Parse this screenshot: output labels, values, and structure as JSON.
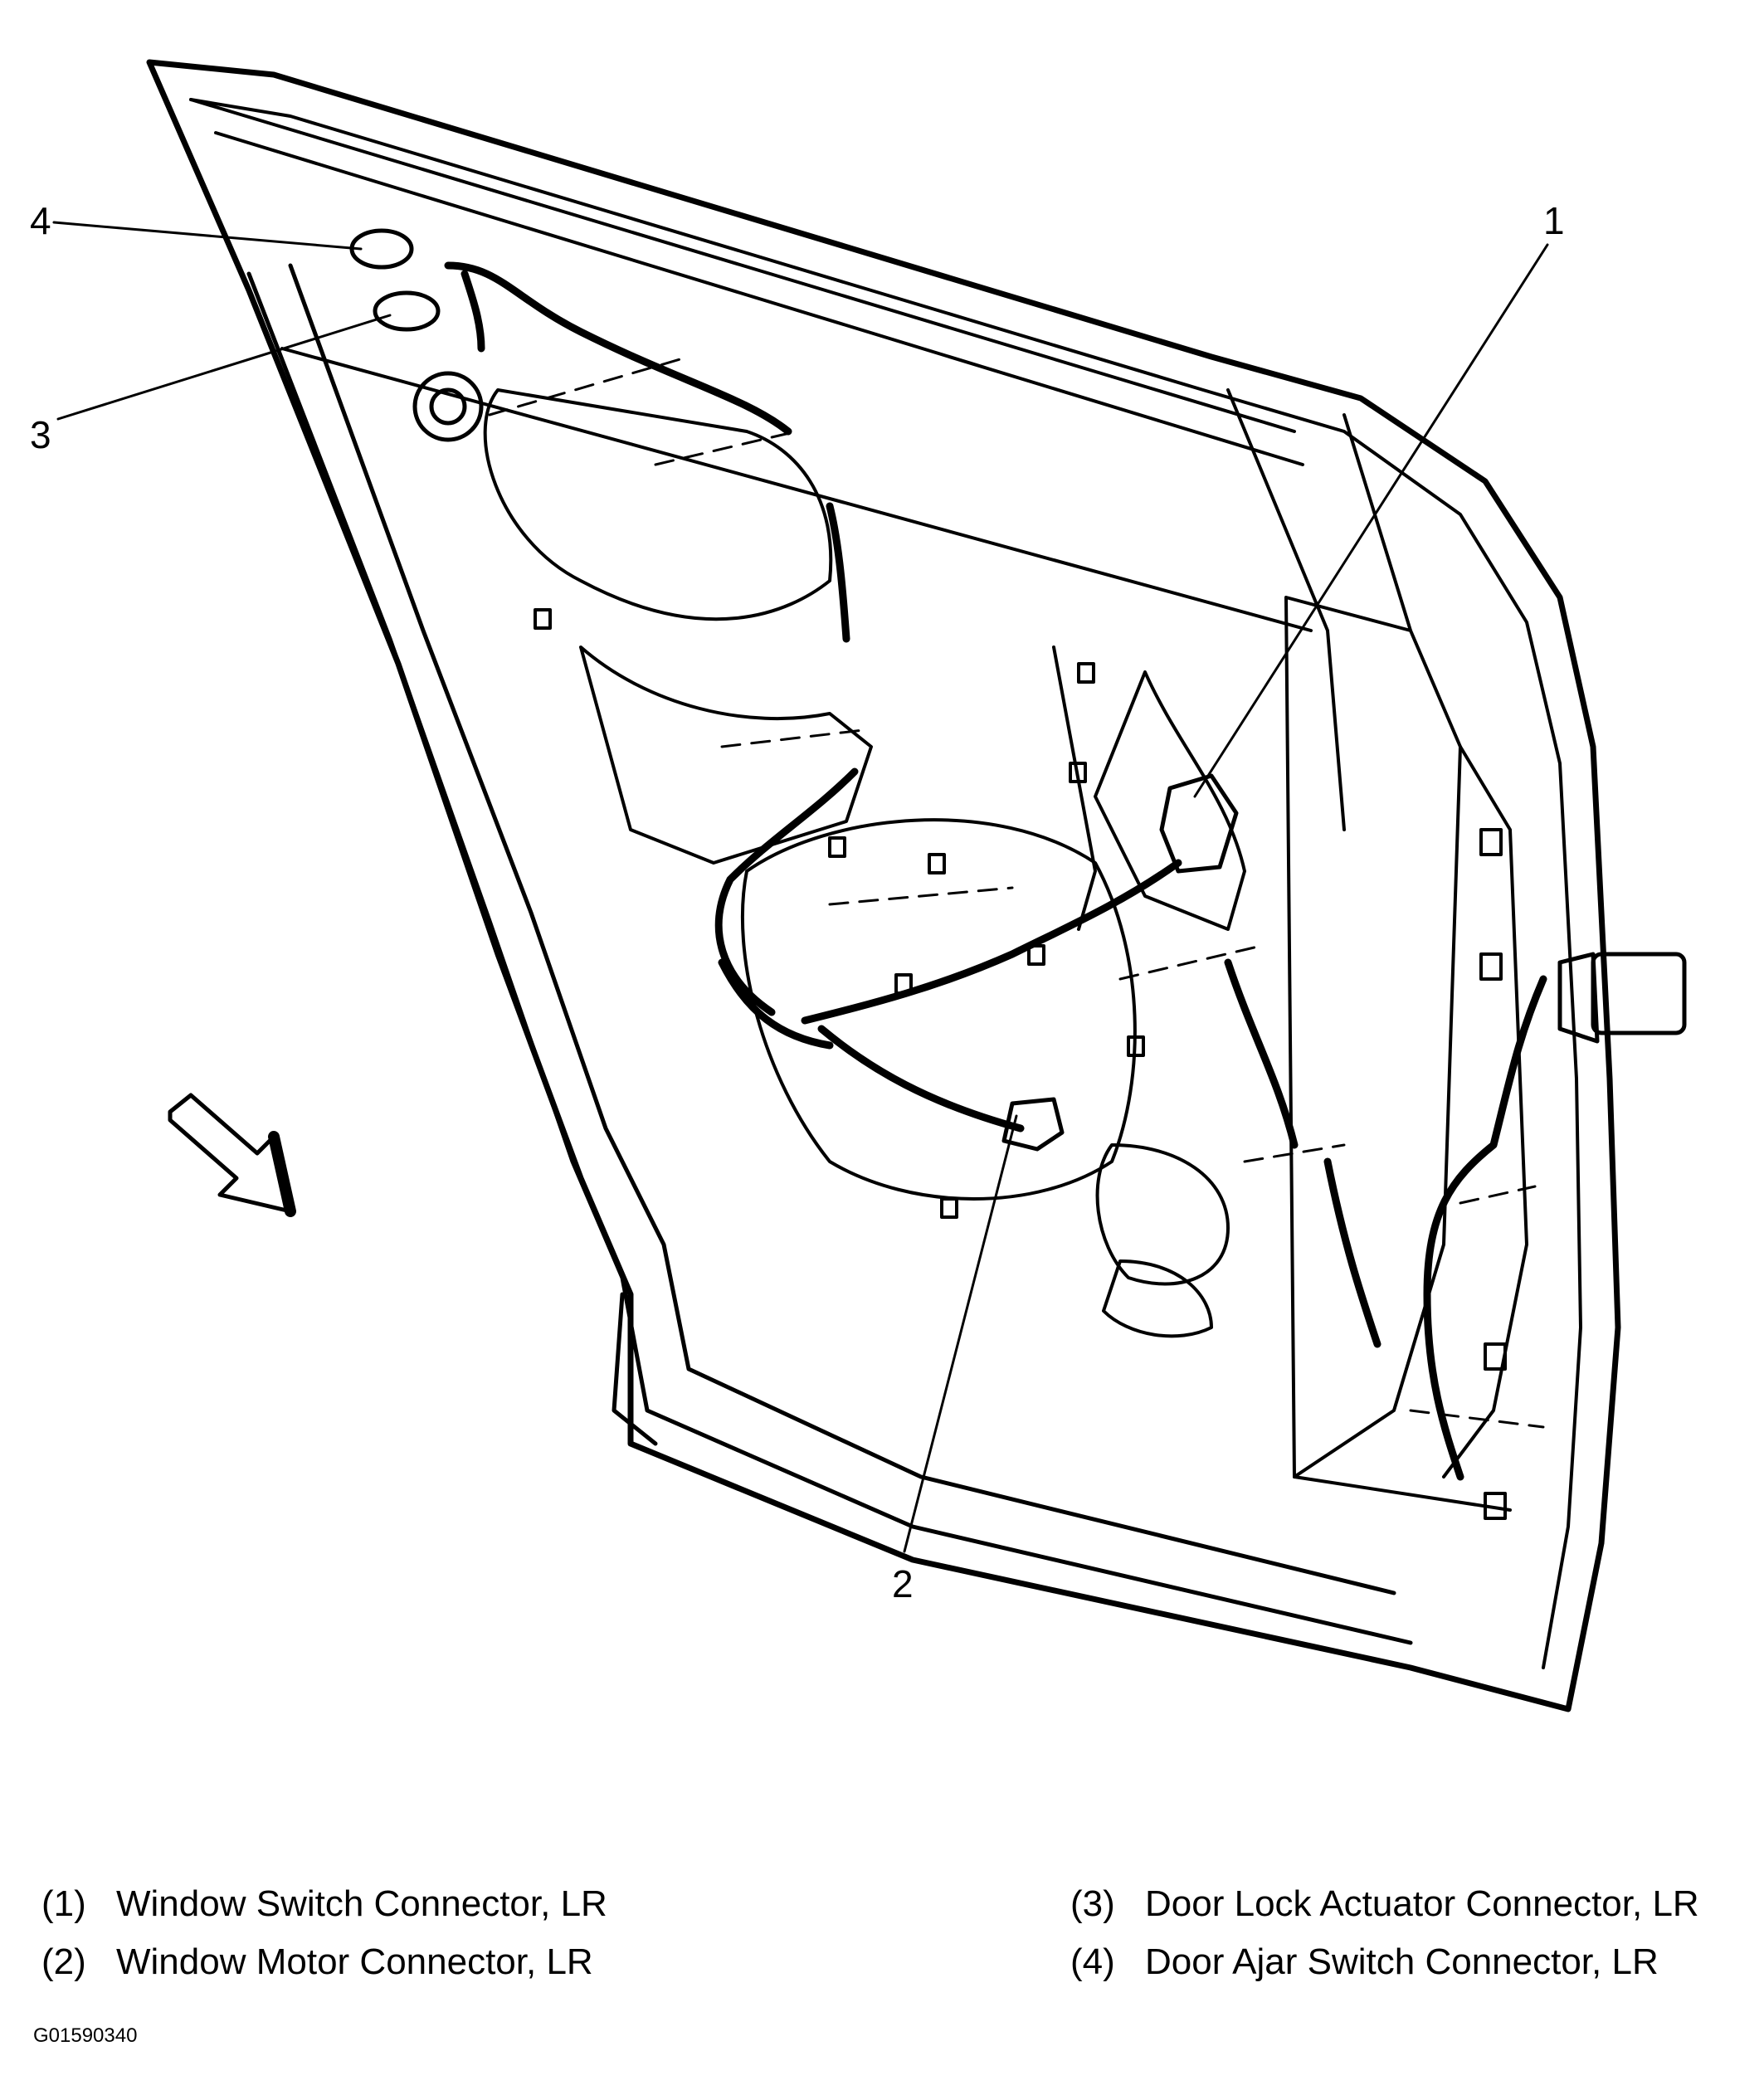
{
  "diagram": {
    "callouts": [
      {
        "num": "1"
      },
      {
        "num": "2"
      },
      {
        "num": "3"
      },
      {
        "num": "4"
      }
    ],
    "orientation_icon": "view-direction-arrow-icon"
  },
  "legend": [
    {
      "num": "(1)",
      "label": "Window Switch Connector, LR"
    },
    {
      "num": "(2)",
      "label": "Window Motor Connector, LR"
    },
    {
      "num": "(3)",
      "label": "Door Lock Actuator Connector, LR"
    },
    {
      "num": "(4)",
      "label": "Door Ajar Switch Connector, LR"
    }
  ],
  "figure_id": "G01590340"
}
